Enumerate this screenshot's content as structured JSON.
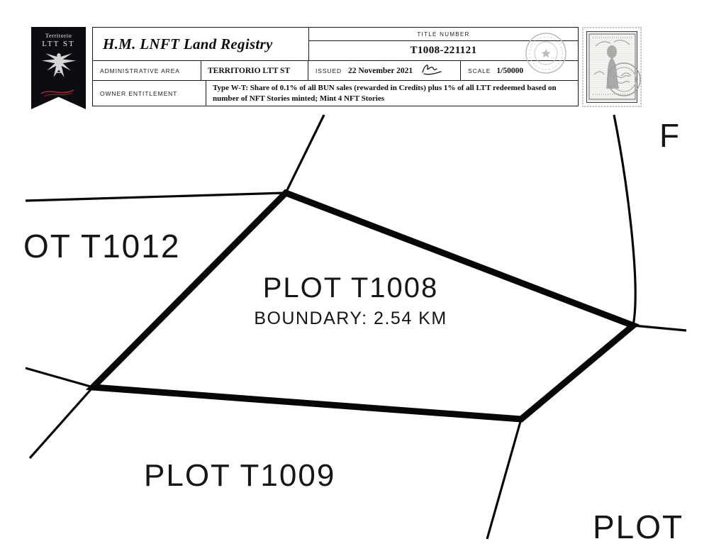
{
  "banner": {
    "line1": "Territorio",
    "line2": "LTT ST"
  },
  "header": {
    "registry_title": "H.M. LNFT Land Registry",
    "title_number_label": "TITLE NUMBER",
    "title_number": "T1008-221121",
    "admin_area_label": "ADMINISTRATIVE AREA",
    "admin_area_value": "TERRITORIO LTT ST",
    "issued_label": "ISSUED",
    "issued_date": "22 November 2021",
    "scale_label": "SCALE",
    "scale_value": "1/50000",
    "owner_entitlement_label": "OWNER ENTITLEMENT",
    "owner_entitlement_text": "Type W-T: Share of 0.1% of all BUN sales (rewarded in Credits) plus 1% of all LTT redeemed based on number of NFT Stories minted; Mint 4 NFT Stories"
  },
  "map": {
    "central_plot_label": "PLOT T1008",
    "central_plot_boundary": "BOUNDARY: 2.54 KM",
    "left_plot_label": "OT T1012",
    "bottom_plot_label": "PLOT T1009",
    "top_right_plot_label": "F",
    "bottom_right_plot_label": "PLOT"
  },
  "colors": {
    "map_line": "#070707",
    "banner_bg": "#0c0d11",
    "accent_red": "#a8232e"
  }
}
